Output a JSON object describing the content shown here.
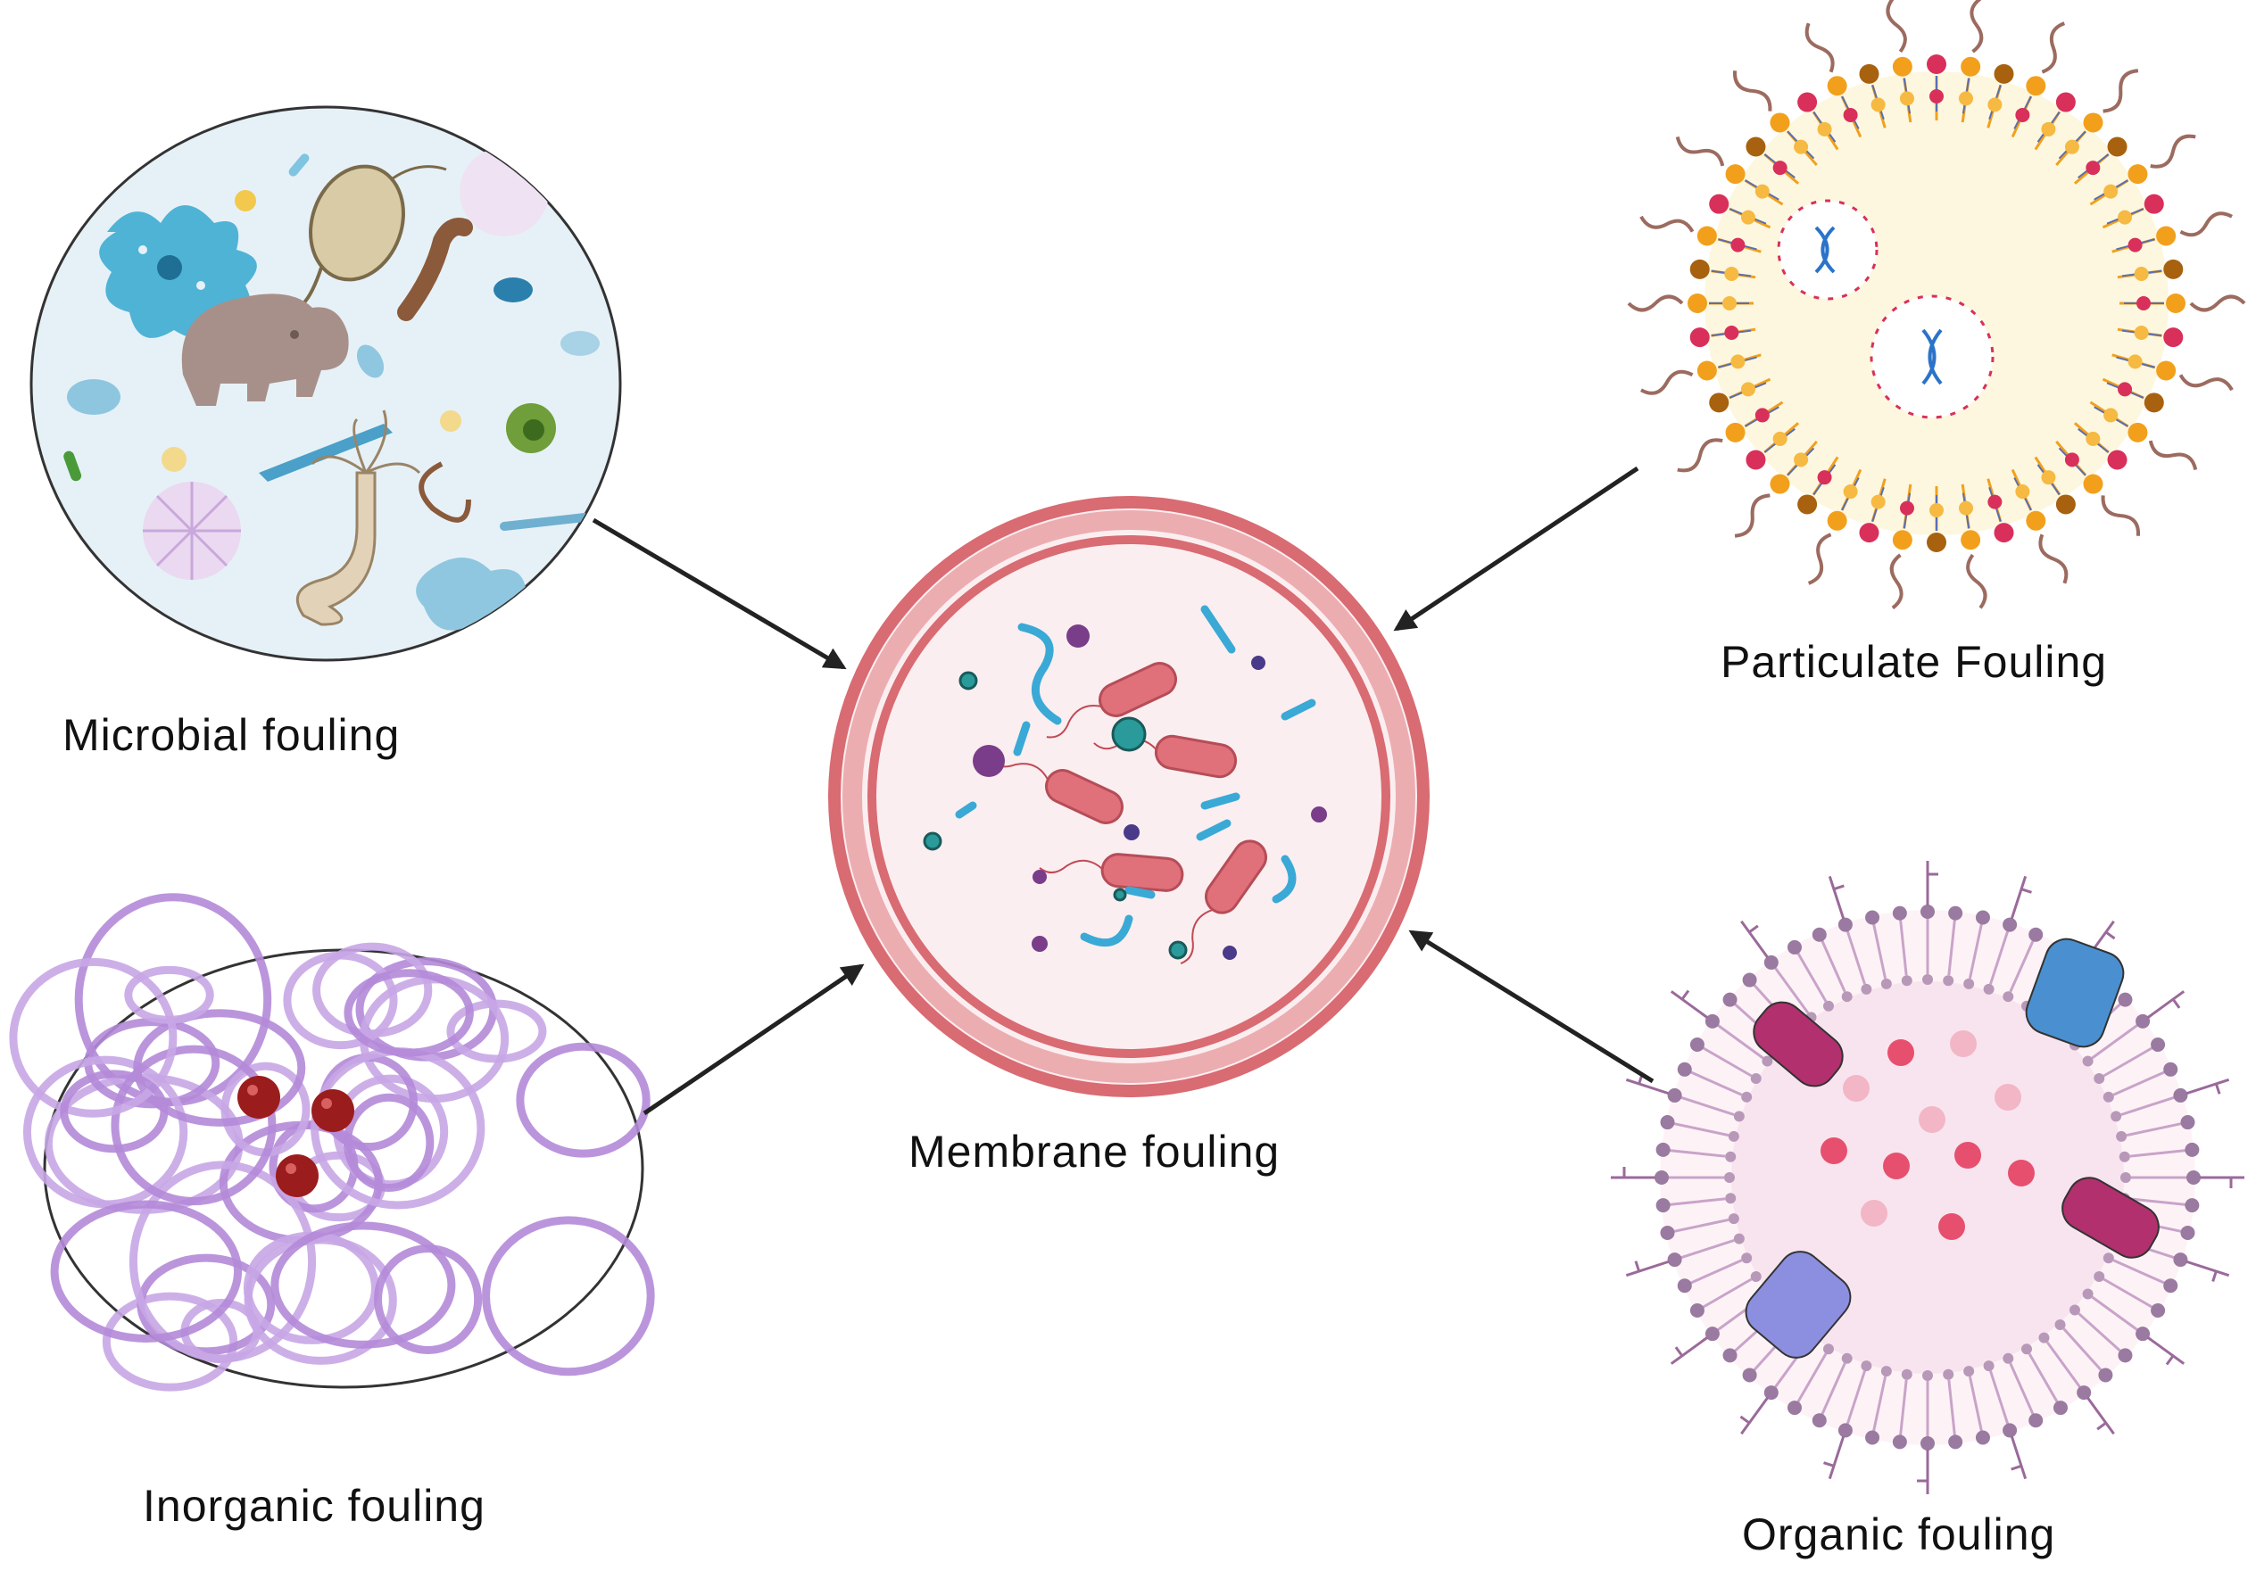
{
  "labels": {
    "microbial": "Microbial fouling",
    "particulate": "Particulate Fouling",
    "membrane": "Membrane  fouling",
    "inorganic": "Inorganic fouling",
    "organic": "Organic fouling"
  },
  "colors": {
    "membrane_ring": "#d96b72",
    "membrane_inner": "#fbeef0",
    "bacteria": "#e0707a",
    "fiber": "#3aa9d6",
    "microbial_bg": "#e6f1f7",
    "lipid_orange": "#f2a01c",
    "lipid_pink": "#d8305a",
    "lipid_brown": "#a8610e",
    "polymer": "#b48ad8",
    "inorganic_sphere": "#9b1c1c",
    "vesicle": "#9a7aa0",
    "protein_magenta": "#b2306e",
    "protein_blue": "#4a90d0",
    "protein_violet": "#8c8fe0",
    "arrow": "#222222"
  }
}
